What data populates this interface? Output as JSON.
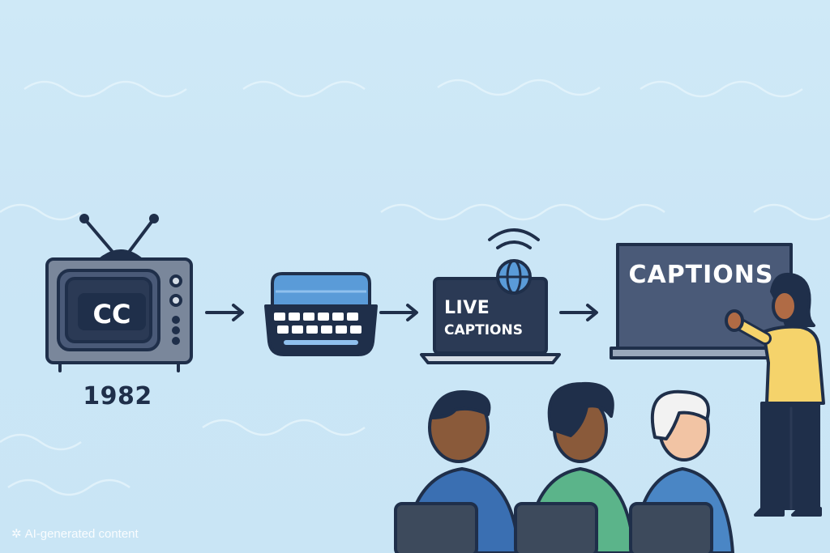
{
  "tv": {
    "screen_label": "CC",
    "year": "1982"
  },
  "laptop": {
    "line1": "LIVE",
    "line2": "CAPTIONS"
  },
  "board": {
    "label": "CAPTIONS"
  },
  "watermark": {
    "text": "AI-generated content",
    "icon": "sparkle-icon"
  },
  "colors": {
    "background": "#cbe6f6",
    "outline": "#1f2f4a",
    "tv_body": "#7a879b",
    "screen_dark": "#2b3a55",
    "keyboard_blue": "#5a9bd8",
    "board": "#4a5a78",
    "presenter_shirt": "#f5d36b",
    "audience_blue": "#3a6fb2",
    "audience_green": "#5bb48a",
    "audience_lightblue": "#4a86c5",
    "chair": "#3d4a5c"
  }
}
